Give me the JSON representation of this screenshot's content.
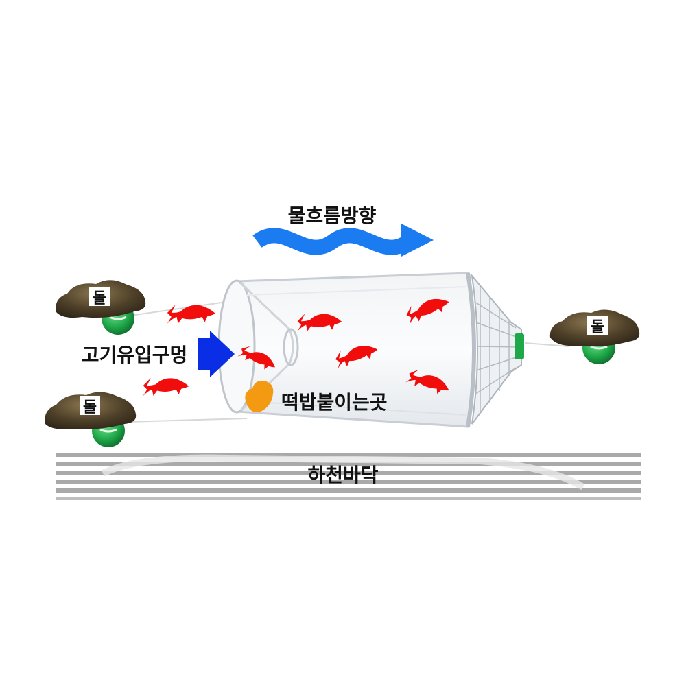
{
  "labels": {
    "water_flow": "물흐름방향",
    "fish_entrance": "고기유입구멍",
    "bait_spot": "떡밥붙이는곳",
    "river_bed": "하천바닥",
    "stone": "돌"
  },
  "colors": {
    "fish": "#f20d0d",
    "flow_arrow": "#1a7cf0",
    "entrance_arrow": "#0a2de6",
    "bait": "#f39a12",
    "stone": "#4a3d2a",
    "float": "#1fa84a",
    "bed_stripe": "#a9a9a9"
  },
  "icons": {
    "fish": "fish-icon",
    "stone": "stone-icon",
    "float": "float-icon",
    "flow_arrow": "wavy-arrow-icon",
    "entrance_arrow": "arrow-right-icon"
  }
}
